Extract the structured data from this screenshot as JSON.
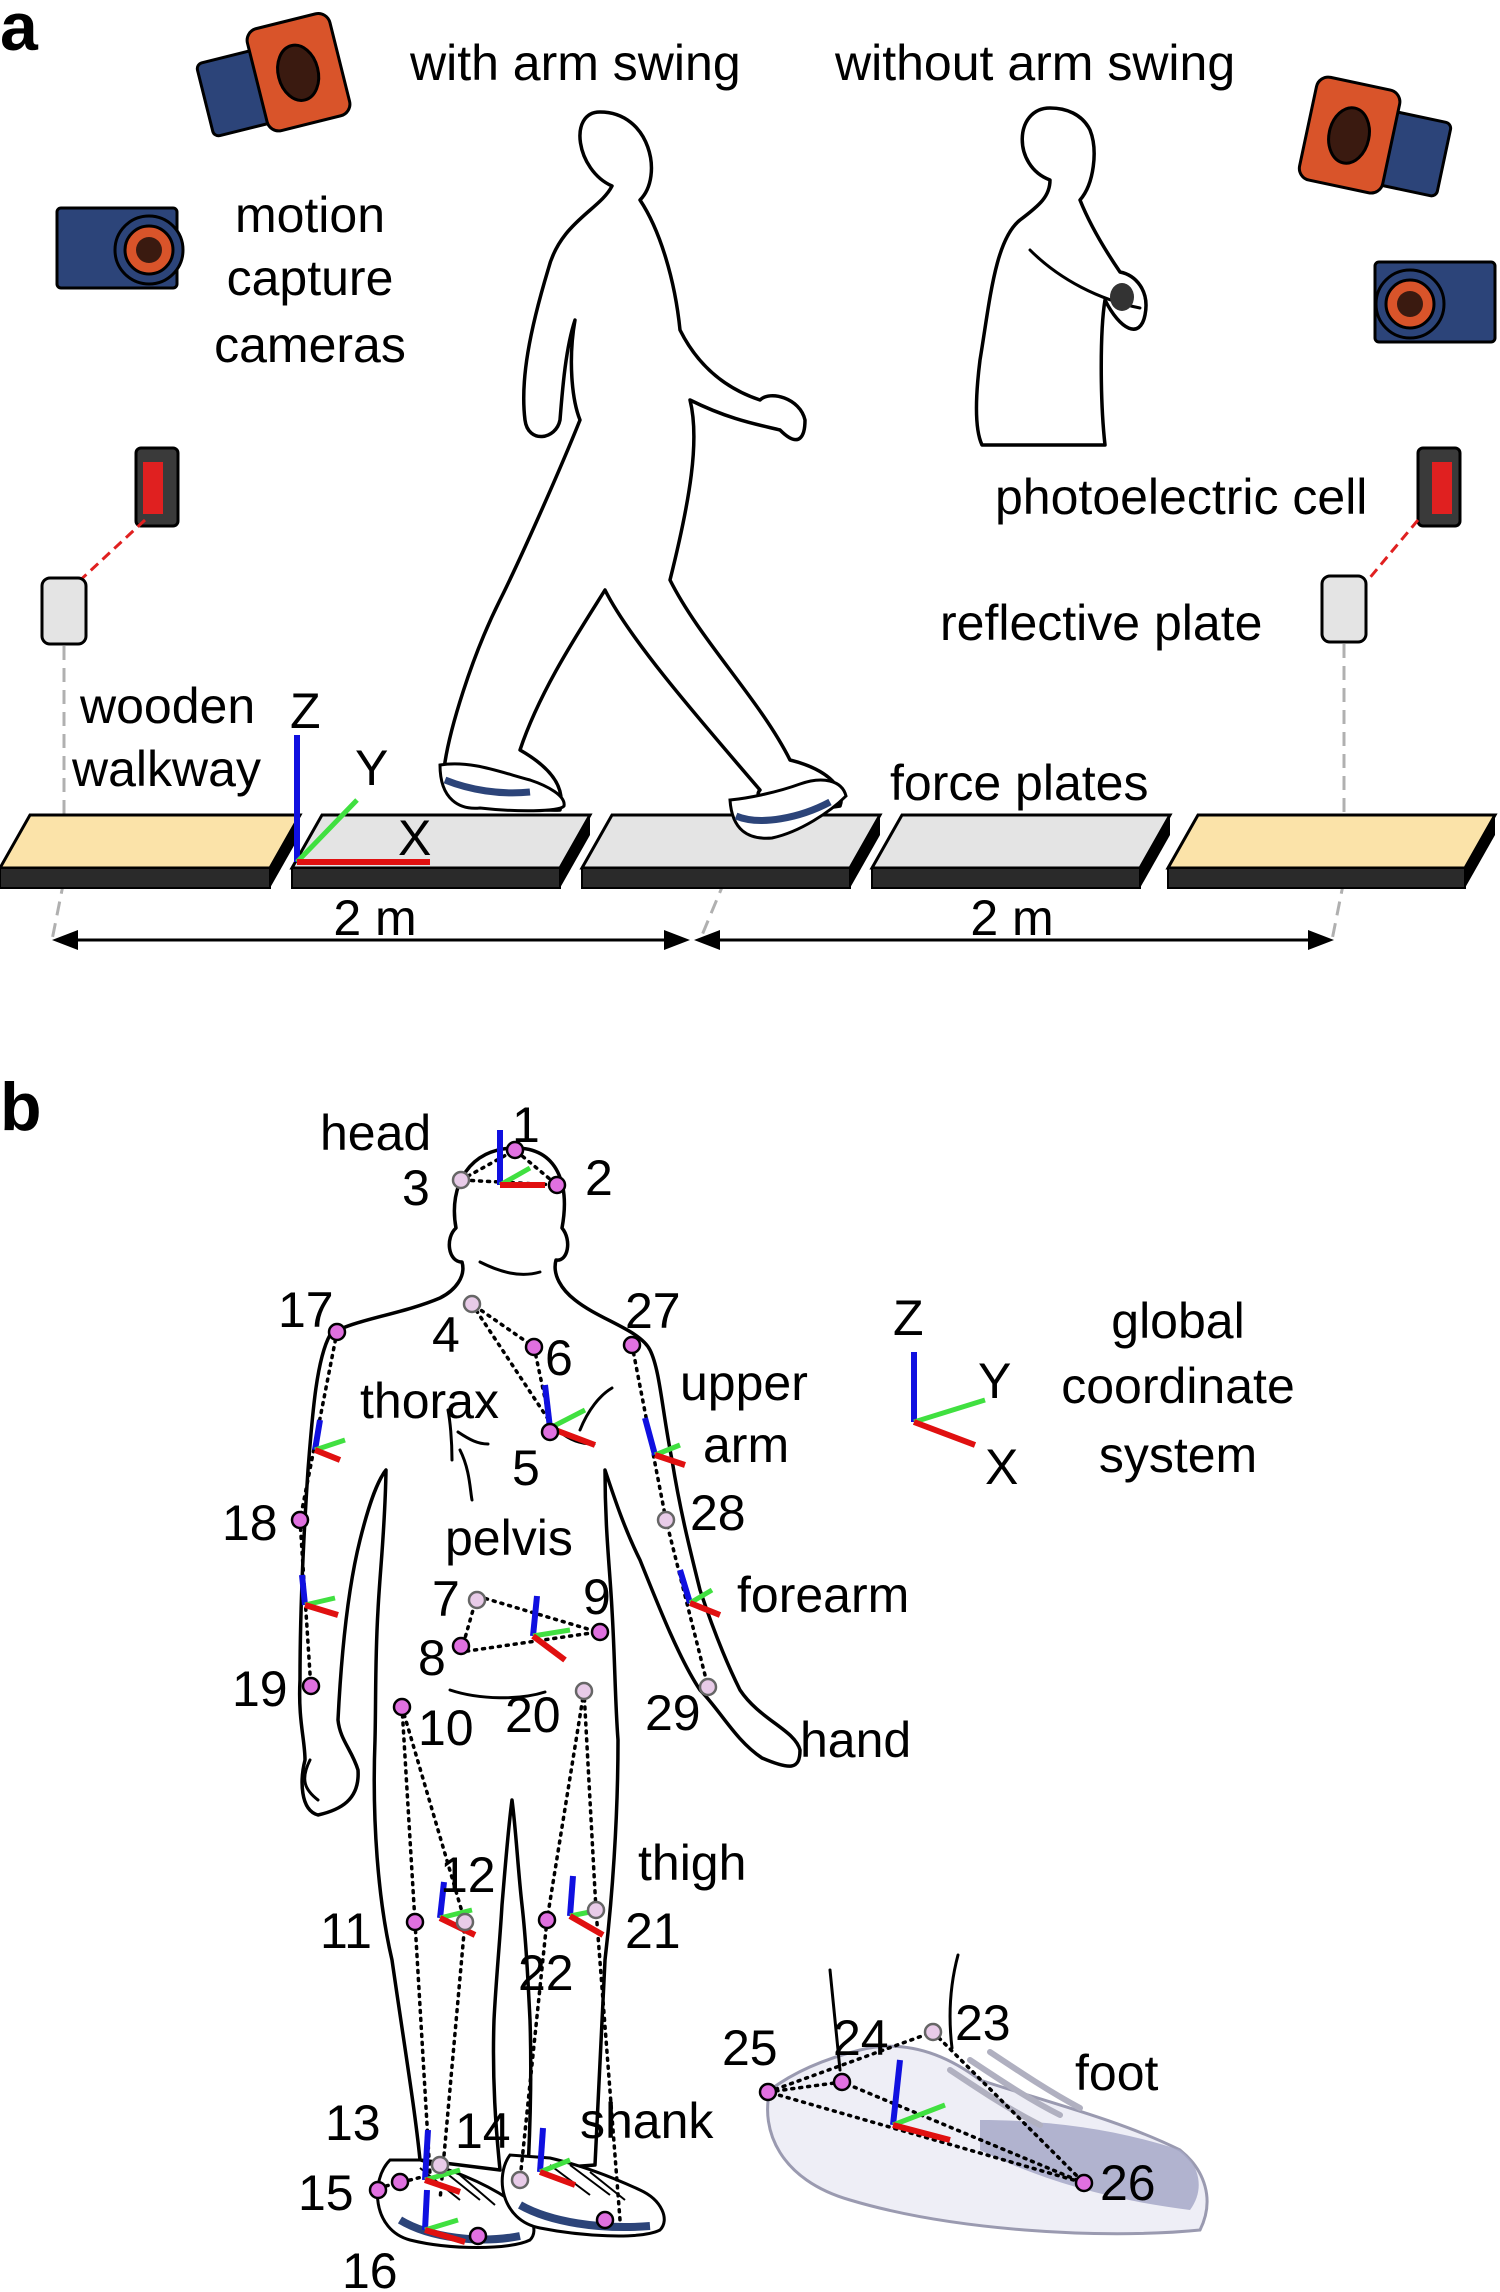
{
  "panel_a": {
    "panel_label": "a",
    "conditions": {
      "with_arm_swing": "with arm swing",
      "without_arm_swing": "without arm swing"
    },
    "equipment": {
      "cameras_line1": "motion",
      "cameras_line2": "capture",
      "cameras_line3": "cameras",
      "photoelectric_cell": "photoelectric cell",
      "reflective_plate": "reflective plate",
      "walkway_line1": "wooden",
      "walkway_line2": "walkway",
      "force_plates": "force plates"
    },
    "axes": {
      "z": "Z",
      "y": "Y",
      "x": "X"
    },
    "distances": {
      "left": "2 m",
      "right": "2 m"
    },
    "colors": {
      "walkway_fill": "#fbe3a9",
      "plate_fill": "#e4e4e4",
      "camera_body": "#2c4479",
      "camera_lens": "#d9542a",
      "laser": "#e02020"
    }
  },
  "panel_b": {
    "panel_label": "b",
    "segments": {
      "head": "head",
      "thorax": "thorax",
      "upper_arm_line1": "upper",
      "upper_arm_line2": "arm",
      "pelvis": "pelvis",
      "forearm": "forearm",
      "hand": "hand",
      "thigh": "thigh",
      "shank": "shank",
      "foot": "foot"
    },
    "global_cs": {
      "line1": "global",
      "line2": "coordinate",
      "line3": "system",
      "z": "Z",
      "y": "Y",
      "x": "X"
    },
    "marker_numbers": {
      "m1": "1",
      "m2": "2",
      "m3": "3",
      "m4": "4",
      "m5": "5",
      "m6": "6",
      "m7": "7",
      "m8": "8",
      "m9": "9",
      "m10": "10",
      "m11": "11",
      "m12": "12",
      "m13": "13",
      "m14": "14",
      "m15": "15",
      "m16": "16",
      "m17": "17",
      "m18": "18",
      "m19": "19",
      "m20": "20",
      "m21": "21",
      "m22": "22",
      "m23": "23",
      "m24": "24",
      "m25": "25",
      "m26": "26",
      "m27": "27",
      "m28": "28",
      "m29": "29"
    },
    "colors": {
      "marker": "#e070e0",
      "axis_x": "#e01010",
      "axis_y": "#40e040",
      "axis_z": "#1010e0"
    }
  }
}
